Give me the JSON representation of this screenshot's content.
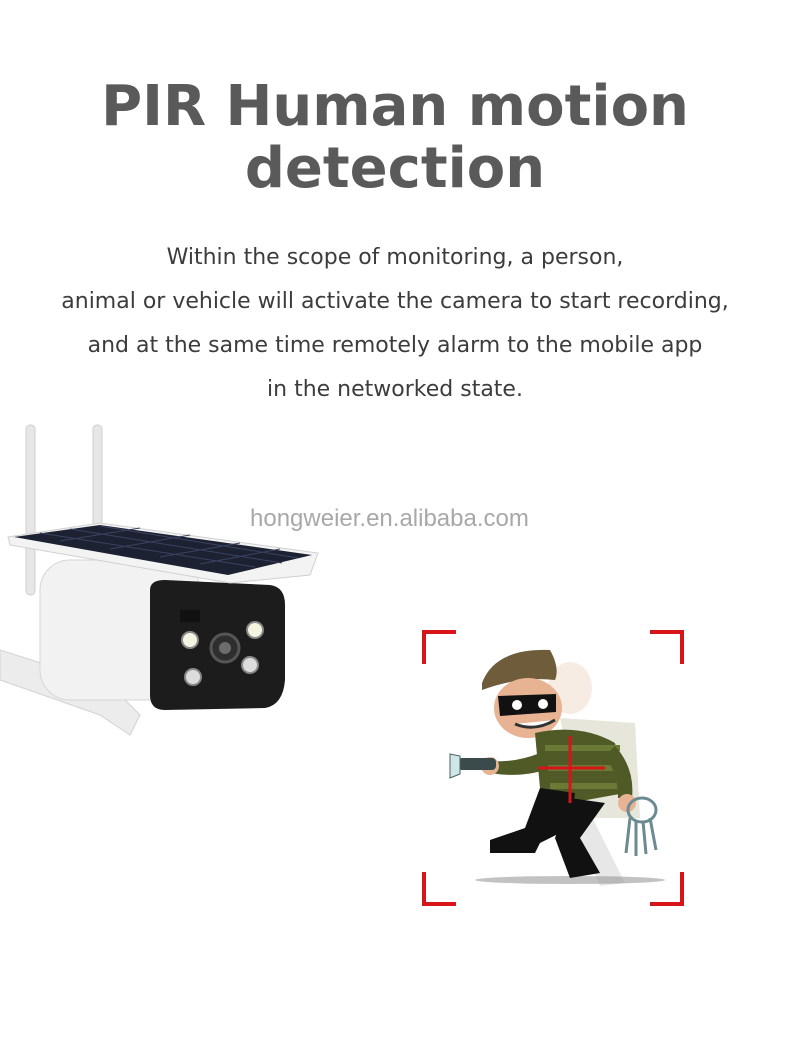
{
  "headline": {
    "line1": "PIR Human motion",
    "line2": "detection"
  },
  "description": {
    "lines": [
      "Within the scope of monitoring, a person,",
      "animal or vehicle will activate the camera to start recording,",
      "and at the same time remotely alarm to the mobile app",
      "in the networked state."
    ]
  },
  "watermark": "hongweier.en.alibaba.com",
  "images": {
    "camera": "solar-wifi-bullet-camera",
    "target": "burglar-in-detection-frame"
  },
  "colors": {
    "title": "#5a5a5a",
    "text": "#3c3c3c",
    "frame": "#d7141a",
    "watermark": "#a8a8a8"
  }
}
